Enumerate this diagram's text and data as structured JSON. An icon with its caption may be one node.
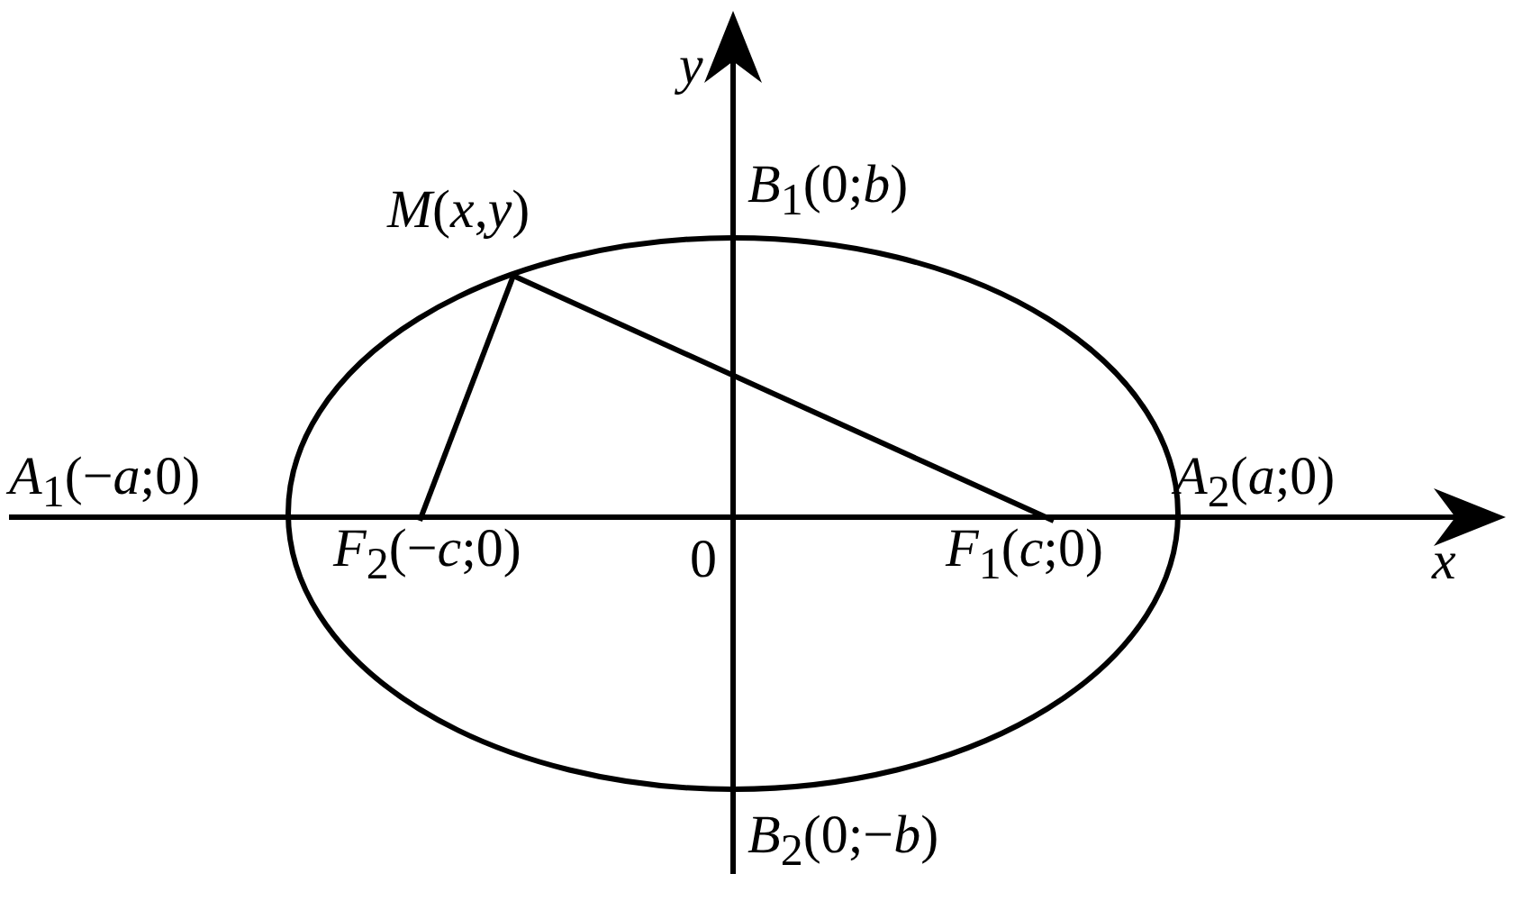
{
  "diagram": {
    "nodes": [
      {
        "text": [
          "*M*(*x*,*y*)"
        ]
      },
      {
        "text": [
          "*F*$_{2}$(−*c*;0)"
        ]
      },
      {
        "text": [
          "*F*$_{1}$(*c*;0)"
        ]
      }
    ],
    "edges": [
      {
        "from": 0,
        "to": 1,
        "arrow": "none"
      },
      {
        "from": 0,
        "to": 2,
        "arrow": "none"
      }
    ],
    "labels": [
      "*y*",
      "*B*$_{1}$(0;*b*)",
      "*A*$_{1}$(−*a*;0)",
      "*A*$_{2}$(*a*;0)",
      "0",
      "*x*",
      "*B*$_{2}$(0;−*b*)"
    ]
  }
}
